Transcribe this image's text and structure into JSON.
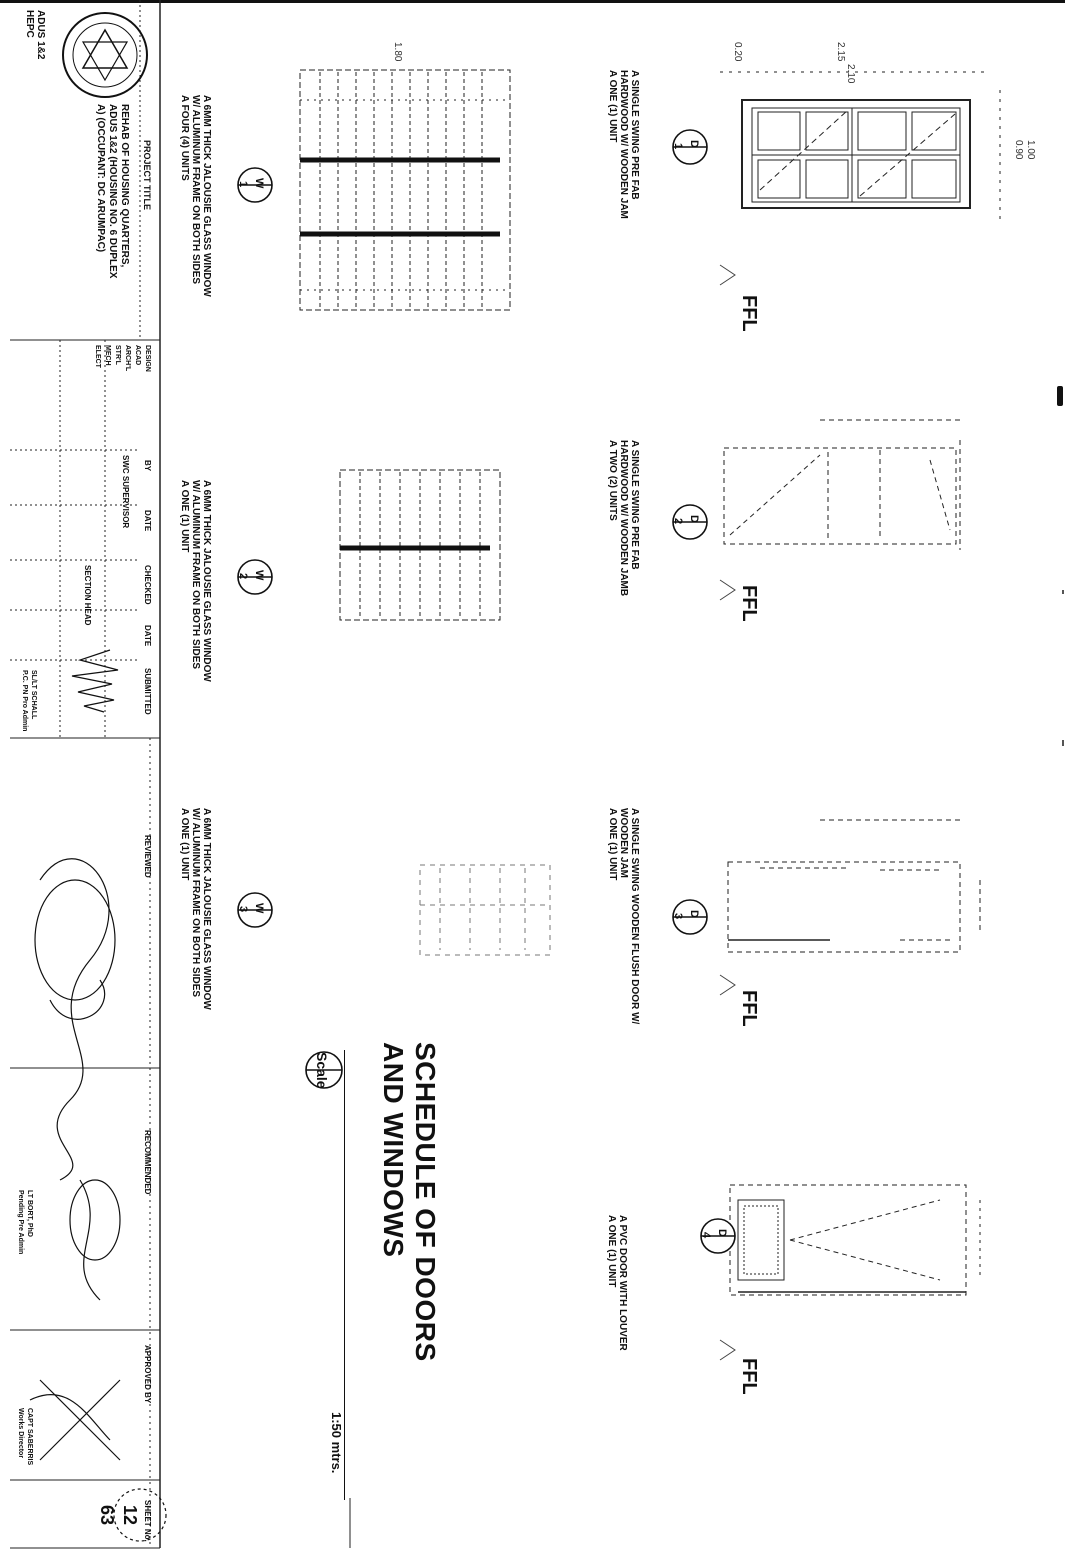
{
  "title": {
    "line1": "SCHEDULE OF DOORS",
    "line2": "AND WINDOWS",
    "scale_label": "Scale",
    "scale_value": "1:50 mtrs."
  },
  "doors": [
    {
      "code": "D",
      "num": "1",
      "notes": [
        "A SINGLE SWING PRE FAB",
        "HARDWOOD W/ WOODEN JAM",
        "A ONE (1) UNIT"
      ],
      "ffl": "FFL",
      "dims": {
        "top_left": "0.20",
        "top": "2.15",
        "inner": "2.10",
        "side1": "1.00",
        "side2": "0.90"
      }
    },
    {
      "code": "D",
      "num": "2",
      "notes": [
        "A SINGLE SWING PRE FAB",
        "HARDWOOD W/ WOODEN JAMB",
        "A TWO (2) UNITS"
      ],
      "ffl": "FFL"
    },
    {
      "code": "D",
      "num": "3",
      "notes": [
        "A SINGLE SWING WOODEN FLUSH DOOR W/",
        "WOODEN JAM",
        "A ONE (1) UNIT"
      ],
      "ffl": "FFL"
    },
    {
      "code": "D",
      "num": "4",
      "notes": [
        "A PVC DOOR WITH LOUVER",
        "A ONE (1) UNIT"
      ],
      "ffl": "FFL"
    }
  ],
  "windows": [
    {
      "code": "W",
      "num": "1",
      "notes": [
        "A 6MM THICK JALOUSIE GLASS WINDOW",
        "W/ ALUMINUM FRAME ON BOTH SIDES",
        "A FOUR (4) UNITS"
      ],
      "dim": "1.80"
    },
    {
      "code": "W",
      "num": "2",
      "notes": [
        "A 6MM THICK JALOUSIE GLASS WINDOW",
        "W/ ALUMINUM FRAME ON BOTH SIDES",
        "A ONE (1) UNIT"
      ]
    },
    {
      "code": "W",
      "num": "3",
      "notes": [
        "A 6MM THICK JALOUSIE GLASS WINDOW",
        "W/ ALUMINUM FRAME ON BOTH SIDES",
        "A ONE (1) UNIT"
      ]
    }
  ],
  "titleblock": {
    "agency": [
      "ADUS 1&2",
      "HEPC"
    ],
    "project_title_label": "PROJECT TITLE",
    "project_title": [
      "REHAB OF HOUSING QUARTERS,",
      "ADUS 1&2 (HOUSING NO. 6 DUPLEX",
      "A) (OCCUPANT: DC ARUMPAC)"
    ],
    "design_labels": [
      "DESIGN",
      "ACAD",
      "ARCH'L",
      "STR'L",
      "MECH",
      "ELECT"
    ],
    "col_headers": [
      "BY",
      "DATE",
      "CHECKED",
      "DATE",
      "SUBMITTED"
    ],
    "row_labels": [
      "SWC SUPERVISOR",
      "SECTION HEAD"
    ],
    "submitted_name": "SUBMITTED",
    "names": [
      "SL/LT SCHALL",
      "P.C. PN Pro Admin"
    ],
    "reviewed_label": "REVIEWED",
    "recommend_label": "RECOMMENDED",
    "recommend_name": [
      "LT BORT, PhD",
      "Pending Pre Admin"
    ],
    "approved_label": "APPROVED BY",
    "approved_name": [
      "CAPT SABERRIS",
      "Works Director"
    ],
    "sheet_label": "SHEET No.",
    "sheet_num": "12",
    "sheet_total": "63"
  }
}
